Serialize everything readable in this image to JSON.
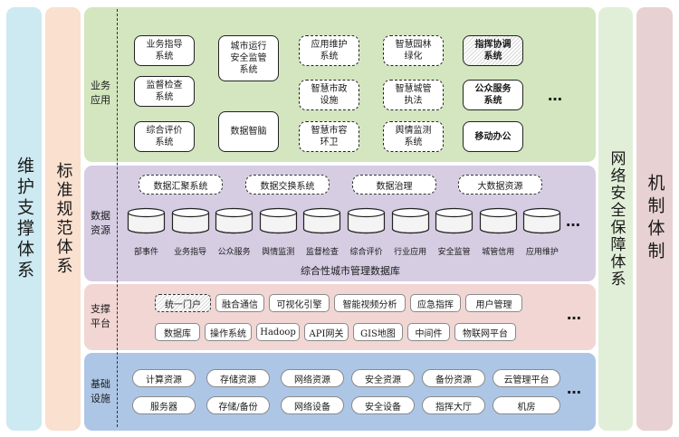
{
  "side_columns": {
    "maintenance": "维护支撑体系",
    "standards": "标准规范体系",
    "network_security": "网络安全保障体系",
    "mechanism": "机制体制"
  },
  "layers": {
    "application": {
      "label": "业务\n应用",
      "boxes": [
        "业务指导\n系统",
        "城市运行\n安全监管\n系统",
        "应用维护\n系统",
        "智慧园林\n绿化",
        "指挥协调\n系统",
        "监督检查\n系统",
        "智慧市政\n设施",
        "智慧城管\n执法",
        "公众服务\n系统",
        "综合评价\n系统",
        "数据智脑",
        "智慧市容\n环卫",
        "舆情监测\n系统",
        "移动办公"
      ],
      "more": "…"
    },
    "data": {
      "label": "数据\n资源",
      "top_items": [
        "数据汇聚系统",
        "数据交换系统",
        "数据治理",
        "大数据资源"
      ],
      "databases": [
        "部事件",
        "业务指导",
        "公众服务",
        "舆情监测",
        "监督检查",
        "综合评价",
        "行业应用",
        "安全监管",
        "城管信用",
        "应用维护"
      ],
      "db_title": "综合性城市管理数据库",
      "more": "…"
    },
    "support": {
      "label": "支撑\n平台",
      "row1": [
        "统一门户",
        "融合通信",
        "可视化引擎",
        "智能视频分析",
        "应急指挥",
        "用户管理"
      ],
      "row2": [
        "数据库",
        "操作系统",
        "Hadoop",
        "API网关",
        "GIS地图",
        "中间件",
        "物联网平台"
      ],
      "more": "…"
    },
    "base": {
      "label": "基础\n设施",
      "row1": [
        "计算资源",
        "存储资源",
        "网络资源",
        "安全资源",
        "备份资源",
        "云管理平台"
      ],
      "row2": [
        "服务器",
        "存储/备份",
        "网络设备",
        "安全设备",
        "指挥大厅",
        "机房"
      ],
      "more": "…"
    }
  }
}
